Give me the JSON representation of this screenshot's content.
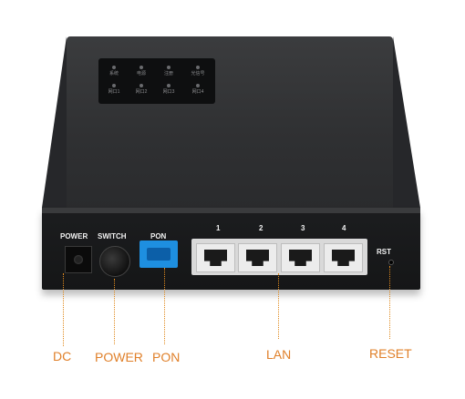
{
  "led_panel": {
    "row1": [
      "系统",
      "电源",
      "注册",
      "光信号"
    ],
    "row2": [
      "网口1",
      "网口2",
      "网口3",
      "网口4"
    ]
  },
  "front_panel": {
    "power_label": "POWER",
    "switch_label": "SWITCH",
    "pon_label": "PON",
    "port_numbers": [
      "1",
      "2",
      "3",
      "4"
    ],
    "rst_label": "RST"
  },
  "callouts": {
    "dc": "DC",
    "power": "POWER",
    "pon": "PON",
    "lan": "LAN",
    "reset": "RESET"
  },
  "colors": {
    "callout": "#e0802a",
    "pon_port": "#1e8fe0",
    "device_body": "#2f3032"
  }
}
